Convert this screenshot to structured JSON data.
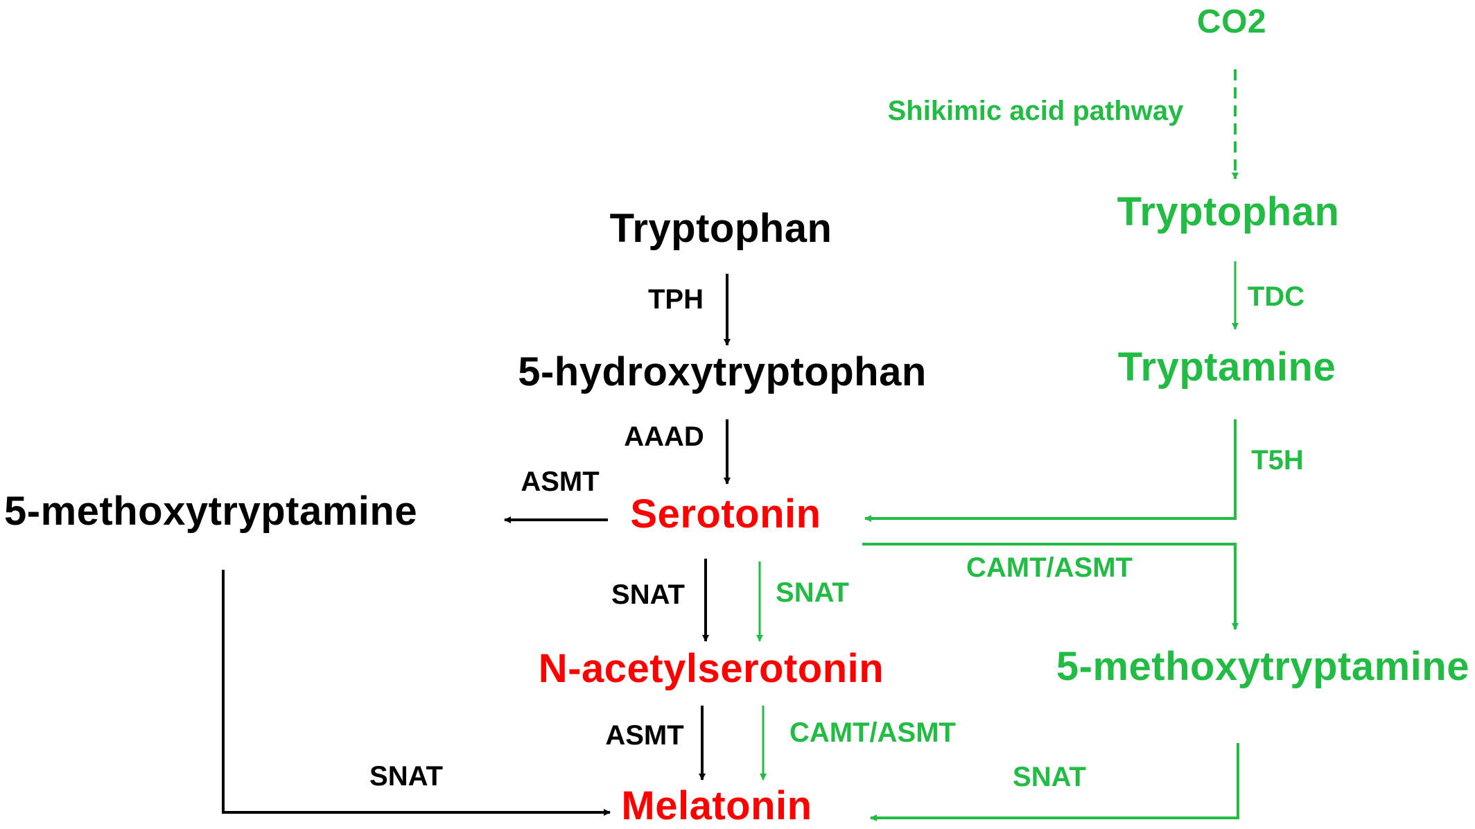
{
  "colors": {
    "animal_pathway": "#000000",
    "plant_pathway": "#22bb44",
    "shared_compounds": "#ff0000"
  },
  "compounds": {
    "co2": "CO2",
    "tryptophan_animal": "Tryptophan",
    "tryptophan_plant": "Tryptophan",
    "five_htp": "5-hydroxytryptophan",
    "tryptamine": "Tryptamine",
    "five_mt_animal": "5-methoxytryptamine",
    "serotonin": "Serotonin",
    "n_acetylserotonin": "N-acetylserotonin",
    "five_mt_plant": "5-methoxytryptamine",
    "melatonin": "Melatonin"
  },
  "enzymes": {
    "shikimic": "Shikimic acid pathway",
    "tph": "TPH",
    "tdc": "TDC",
    "aaad": "AAAD",
    "t5h": "T5H",
    "asmt_to_5mt": "ASMT",
    "camt_asmt_to_5mt": "CAMT/ASMT",
    "snat_black_to_nas": "SNAT",
    "snat_green_to_nas": "SNAT",
    "asmt_black_to_mel": "ASMT",
    "camt_asmt_green_to_mel": "CAMT/ASMT",
    "snat_5mt_black_to_mel": "SNAT",
    "snat_5mt_green_to_mel": "SNAT"
  }
}
